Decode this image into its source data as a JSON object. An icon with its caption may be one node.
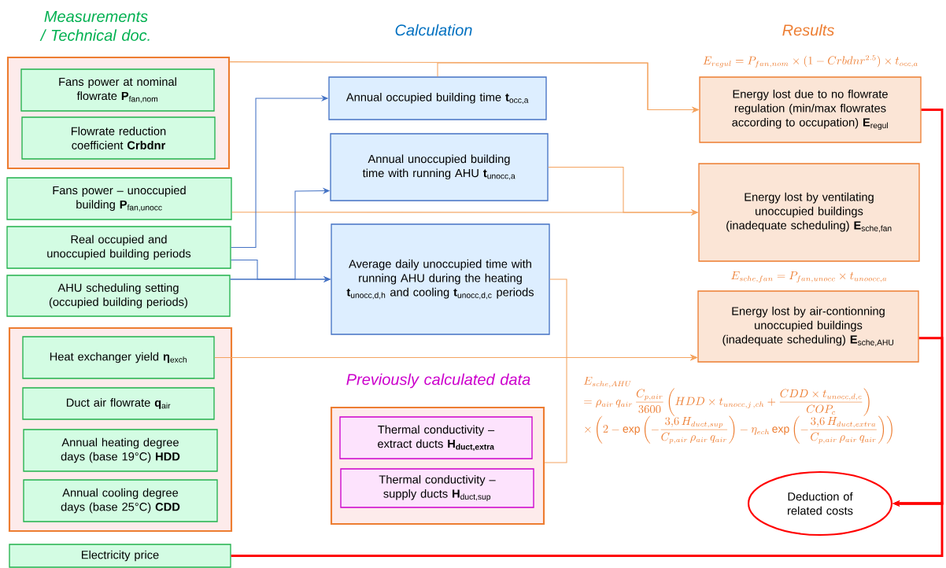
{
  "diagram": {
    "nodes": [
      {
        "text": [],
        "shape": "box"
      },
      {
        "text": [
          "Fans power at nominal flowrate **P**$_{fan,nom}$"
        ],
        "in": 0
      },
      {
        "text": [
          "Flowrate reduction coefficient **Crbdnr**"
        ],
        "in": 0
      },
      {
        "text": [
          "Fans power – unoccupied building **P**$_{fan,unocc}$"
        ]
      },
      {
        "text": [
          "Real occupied and unoccupied building periods"
        ]
      },
      {
        "text": [
          "AHU scheduling setting (occupied building periods)"
        ]
      },
      {
        "text": [],
        "shape": "box"
      },
      {
        "text": [
          "Heat exchanger yield **η**$_{exch}$"
        ],
        "in": 6
      },
      {
        "text": [
          "Duct air flowrate **q**$_{air}$"
        ],
        "in": 6
      },
      {
        "text": [
          "Annual heating degree days (base 19°C) **HDD**"
        ],
        "in": 6
      },
      {
        "text": [
          "Annual cooling degree days (base 25°C) **CDD**"
        ],
        "in": 6
      },
      {
        "text": [
          "Electricity price"
        ]
      },
      {
        "text": [
          "Annual occupied building time **t**$_{occ,a}$"
        ]
      },
      {
        "text": [
          "Annual unoccupied building time with running AHU **t**$_{unocc,a}$"
        ]
      },
      {
        "text": [
          "Average daily unoccupied time with running AHU during the heating **t**$_{unocc,d,h}$ and cooling **t**$_{unocc,d,c}$ periods"
        ]
      },
      {
        "text": [],
        "shape": "box"
      },
      {
        "text": [
          "\\begin{array}{c}\\text{Thermal conductivity –}\\\\ \\text{extract ducts }\\textbf{H}_{\\textbf{duct,extra}}\\end{array}"
        ],
        "in": 15
      },
      {
        "text": [
          "Thermal conductivity – supply ducts **H**$_{duct,sup}$"
        ],
        "in": 15
      },
      {
        "text": [
          "Energy lost due to no flowrate regulation (min/max flowrates according to occupation) **E**$_{regul}$"
        ],
        "beside": [
          "E_{regul}=P_{fan,nom}\\times\\left(1-Crbdnr^{2.5}\\right)\\times t_{occ,a}"
        ]
      },
      {
        "text": [
          "Energy lost by ventilating unoccupied buildings (inadequate scheduling) **E**$_{sche,fan}$"
        ],
        "beside": [
          "E_{sche,fan}=P_{fan,unocc}\\times t_{unoocc,a}"
        ]
      },
      {
        "text": [
          "Energy lost by air-contionning unoccupied buildings (inadequate scheduling) **E**$_{sche,AHU}$"
        ],
        "beside": [
          "\\begin{array}{l}E_{sche,AHU}\\\\ \\displaystyle =\\rho_{air}\\,q_{air}\\,\\frac{C_{p,air}}{3600}\\left(HDD\\times t_{unocc,j\\,,ch}+\\frac{CDD\\times t_{unocc,d,c}}{COP_c}\\right)\\\\ \\displaystyle \\times\\left(2-\\exp\\left(-\\frac{3{,}6\\,H_{duct,sup}}{C_{p,air}\\,\\rho_{air}\\,q_{air}}\\right)-\\eta_{ech}\\exp\\left(-\\frac{3{,}6\\,H_{duct,extra}}{C_{p,air}\\,\\rho_{air}\\,q_{air}}\\right)\\right)\\end{array}"
        ]
      },
      {
        "text": [
          "Deduction of related costs"
        ]
      }
    ],
    "edges": [
      {
        "from": 0,
        "to": 18,
        "arrow": "to"
      },
      {
        "from": 12,
        "to": 18,
        "arrow": "to"
      },
      {
        "from": 3,
        "to": 19,
        "arrow": "to"
      },
      {
        "from": 13,
        "to": 19,
        "arrow": "to"
      },
      {
        "from": 7,
        "to": 20,
        "arrow": "to"
      },
      {
        "from": 14,
        "to": 20,
        "arrow": "to"
      },
      {
        "from": 15,
        "to": 20,
        "arrow": "to"
      },
      {
        "from": 4,
        "to": 12,
        "arrow": "to",
        "color": "#4472c4"
      },
      {
        "from": 4,
        "to": 14,
        "arrow": "to",
        "color": "#4472c4"
      },
      {
        "from": 5,
        "to": 14,
        "arrow": "to",
        "color": "#4472c4"
      },
      {
        "from": 5,
        "to": 13,
        "arrow": "to",
        "color": "#4472c4"
      },
      {
        "from": 18,
        "to": 21,
        "arrow": "to",
        "style": "thick",
        "color": "#ff0000"
      },
      {
        "from": 20,
        "to": 21,
        "arrow": "to",
        "style": "thick",
        "color": "#ff0000"
      },
      {
        "from": 11,
        "to": 21,
        "arrow": "to",
        "style": "thick",
        "color": "#ff0000"
      }
    ],
    "labels": [
      "Measurements / Technical doc.",
      "Calculation",
      "Results",
      "Previously calculated data"
    ]
  }
}
